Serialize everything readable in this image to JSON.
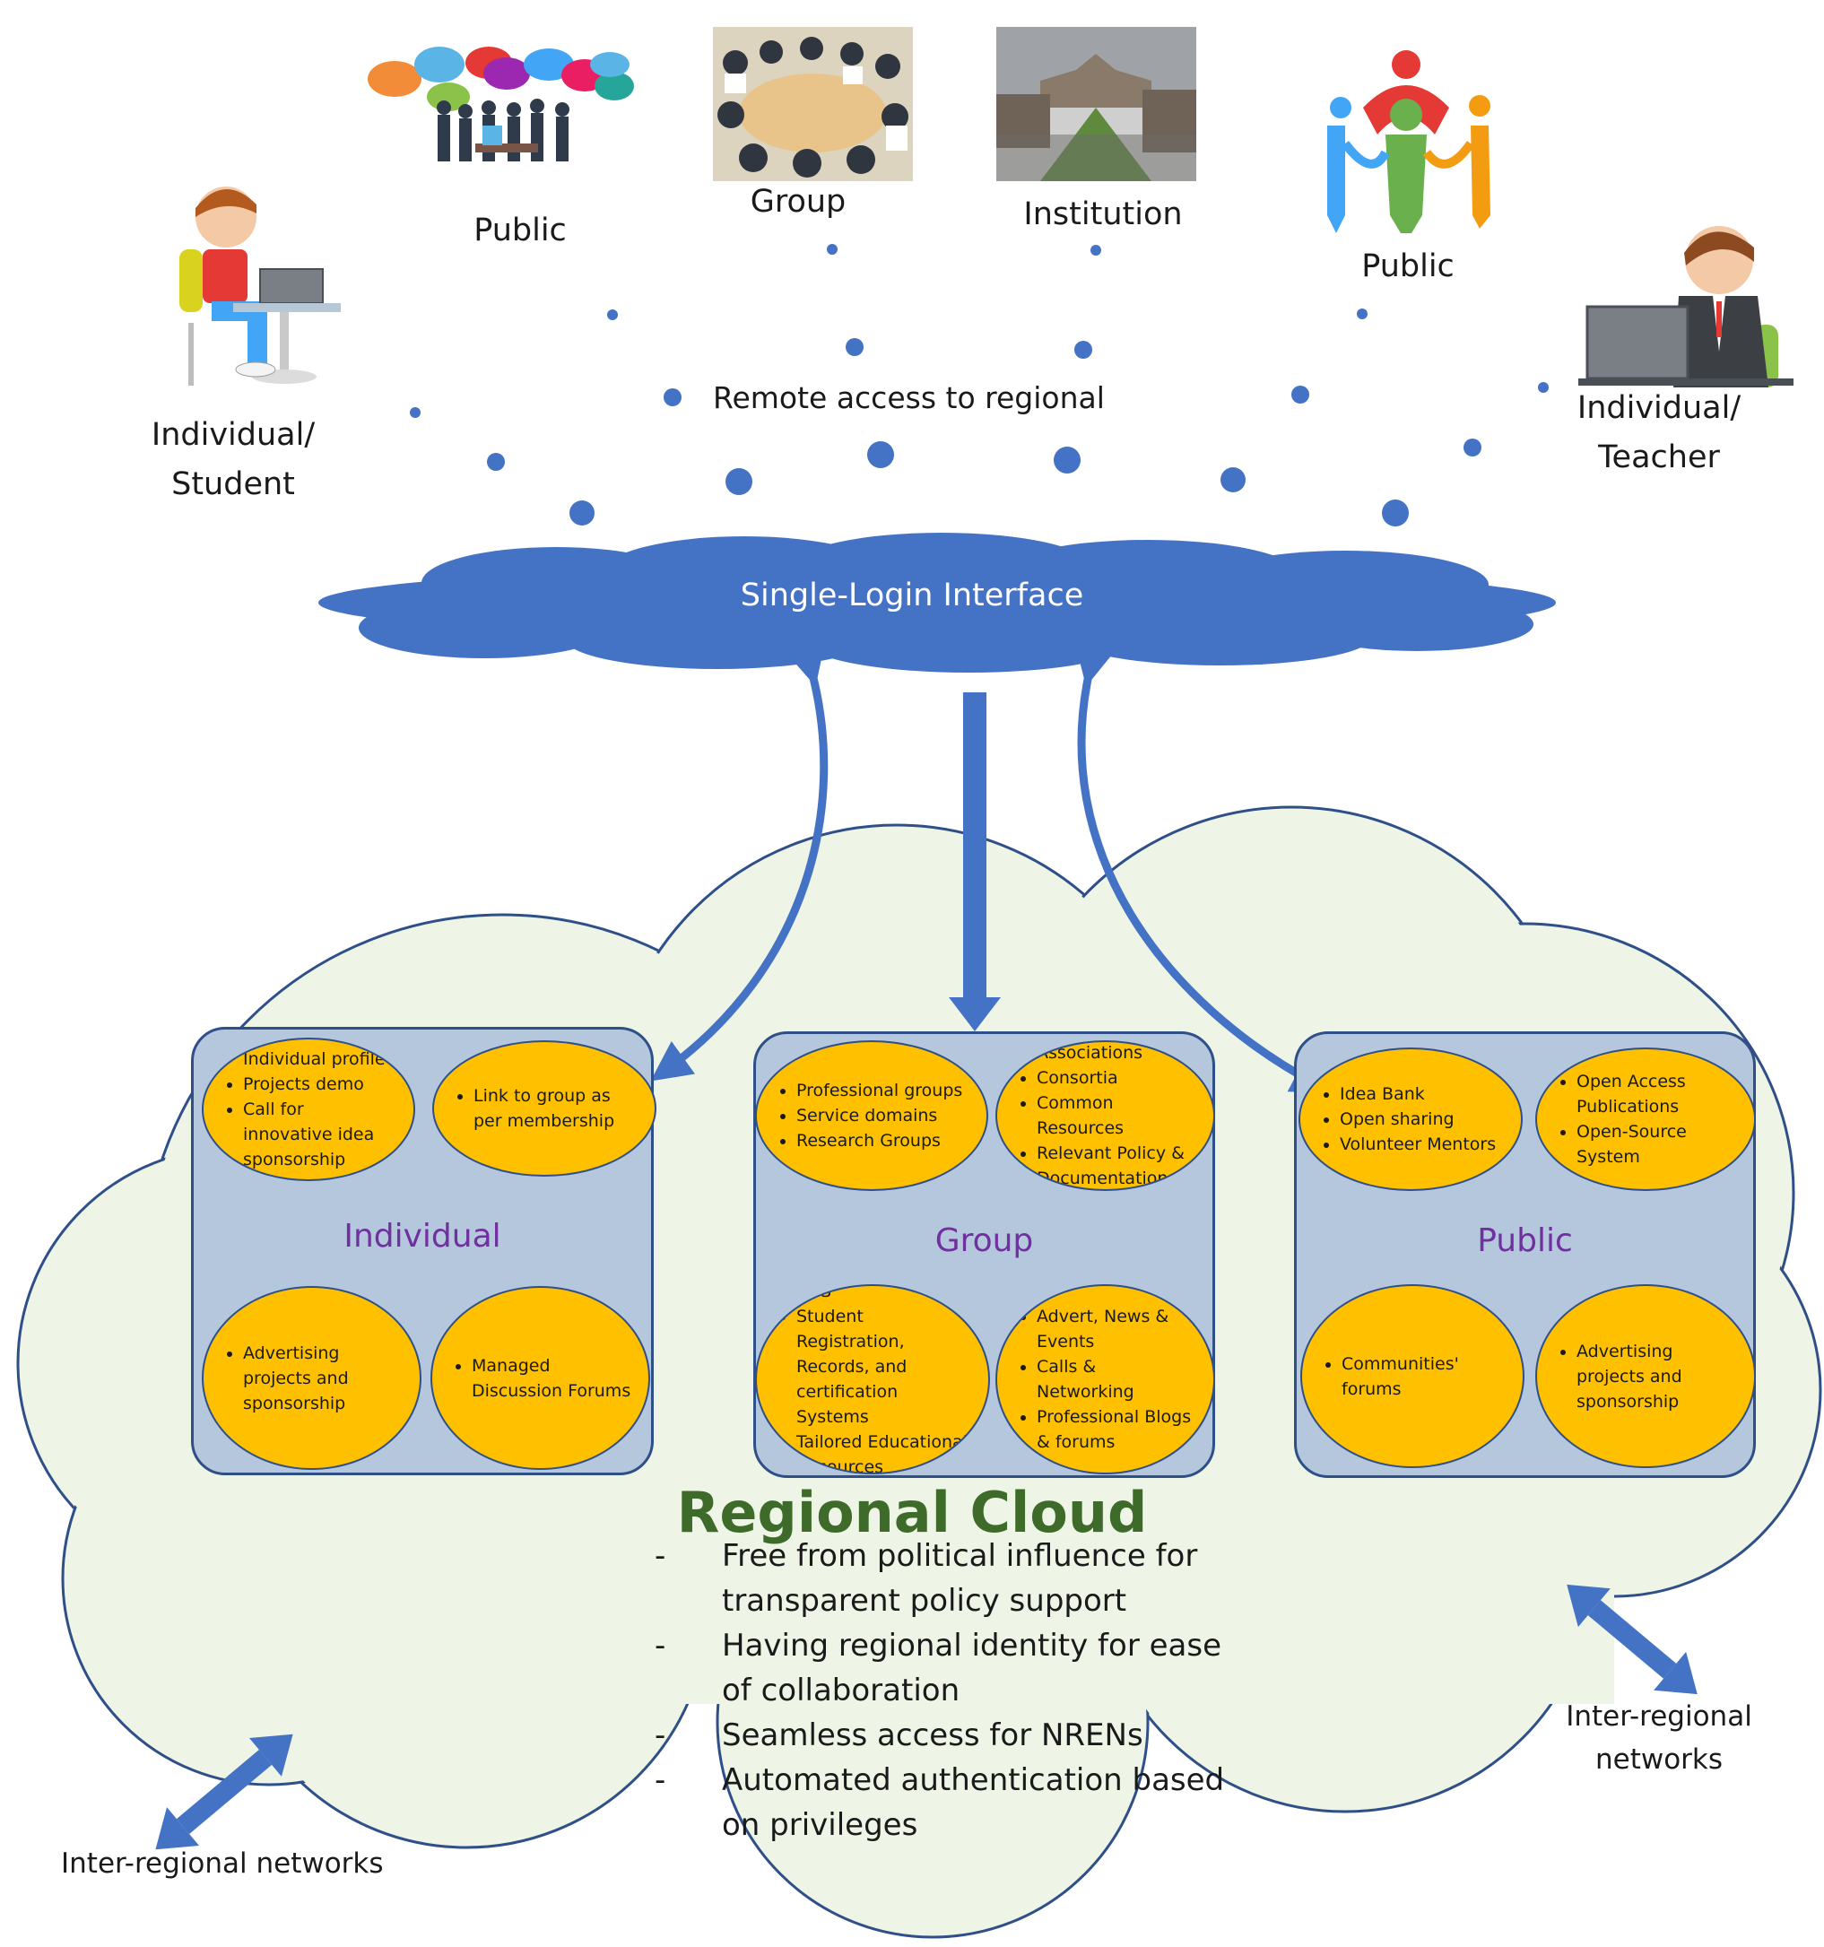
{
  "actors": {
    "student": {
      "line1": "Individual/",
      "line2": "Student",
      "icon": "student-at-laptop-icon"
    },
    "public_left": {
      "label": "Public",
      "icon": "speech-bubbles-crowd-icon"
    },
    "group": {
      "label": "Group",
      "icon": "group-meeting-photo"
    },
    "institution": {
      "label": "Institution",
      "icon": "institution-campus-photo"
    },
    "public_right": {
      "label": "Public",
      "icon": "people-circle-icon"
    },
    "teacher": {
      "line1": "Individual/",
      "line2": "Teacher",
      "icon": "teacher-at-laptop-icon"
    }
  },
  "remote_access_label": "Remote access to regional",
  "single_login_label": "Single-Login Interface",
  "panels": {
    "individual": {
      "title": "Individual",
      "tl": [
        "Individual profile",
        "Projects demo",
        "Call for innovative idea sponsorship"
      ],
      "tr": [
        "Link to group as per membership"
      ],
      "bl": [
        "Advertising projects and sponsorship"
      ],
      "br": [
        "Managed Discussion Forums"
      ]
    },
    "group": {
      "title": "Group",
      "tl": [
        "Professional groups",
        "Service domains",
        "Research Groups"
      ],
      "tr": [
        "Associations",
        "Consortia",
        "Common Resources",
        "Relevant Policy & Documentation"
      ],
      "bl": [
        "LMS",
        "Student Registration, Records, and certification Systems",
        "Tailored Educational Resources"
      ],
      "br": [
        "Advert, News & Events",
        "Calls & Networking",
        "Professional Blogs & forums"
      ]
    },
    "public": {
      "title": "Public",
      "tl": [
        "Idea Bank",
        "Open sharing",
        "Volunteer Mentors"
      ],
      "tr": [
        "Open Access Publications",
        "Open-Source System"
      ],
      "bl": [
        "Communities' forums"
      ],
      "br": [
        "Advertising projects and sponsorship"
      ]
    }
  },
  "regional_cloud": {
    "title": "Regional Cloud",
    "items": [
      {
        "line1": "Free from political influence for",
        "line2": "transparent policy support"
      },
      {
        "line1": "Having regional identity for ease",
        "line2": "of collaboration"
      },
      {
        "line1": "Seamless access for NRENs",
        "line2": ""
      },
      {
        "line1": "Automated authentication based",
        "line2": "on privileges"
      }
    ]
  },
  "inter_regional_left": "Inter-regional networks",
  "inter_regional_right": {
    "line1": "Inter-regional",
    "line2": "networks"
  },
  "colors": {
    "blue": "#4472c4",
    "panel": "#b4c7dc",
    "oval": "#ffc000",
    "cloud_fill": "#eef5e6",
    "panel_title": "#7030a0",
    "cloud_title": "#3e6b2a"
  }
}
